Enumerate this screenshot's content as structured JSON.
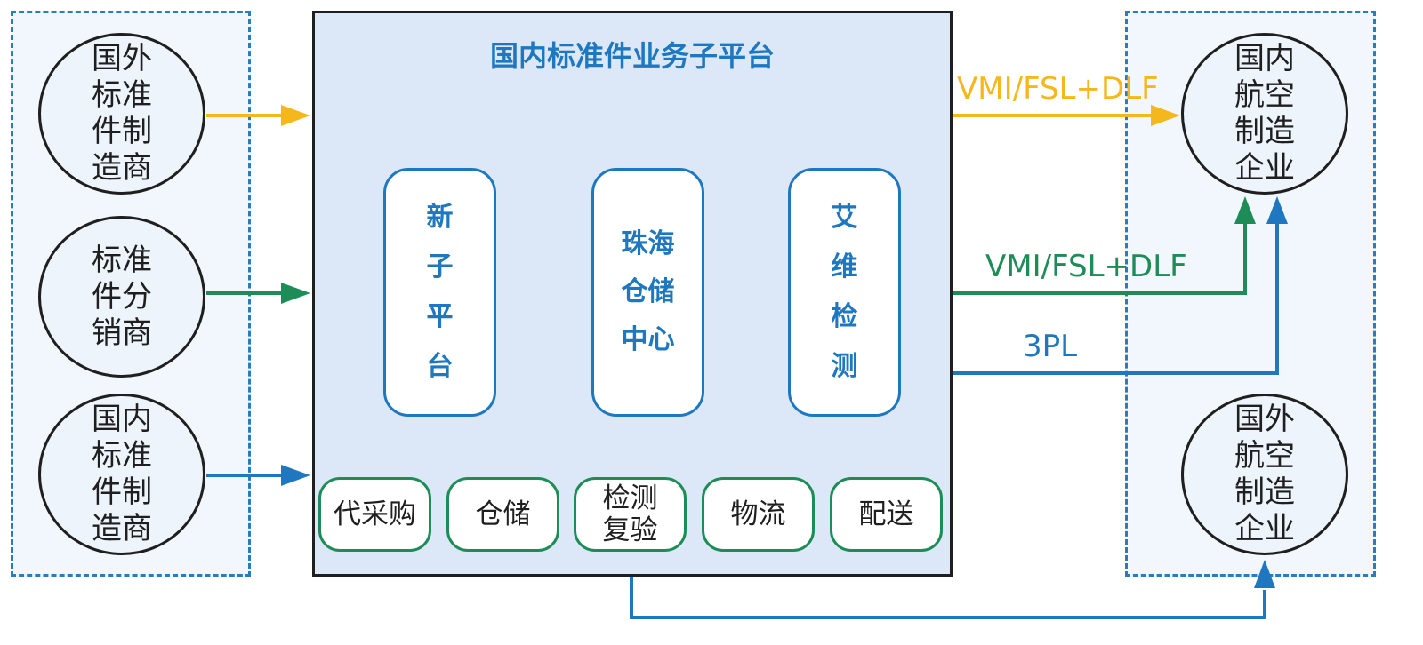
{
  "colors": {
    "foreign_flow": "#f5b81c",
    "distributor_flow": "#1e8c57",
    "domestic_flow": "#1f78bf",
    "title": "#1f78bf"
  },
  "platform": {
    "title": "国内标准件业务子平台",
    "centers": [
      {
        "label": "新子平台"
      },
      {
        "label": "珠海仓储中心"
      },
      {
        "label": "艾维检测"
      }
    ],
    "services": [
      "代采购",
      "仓储",
      "检测复验",
      "物流",
      "配送"
    ]
  },
  "suppliers": [
    {
      "label": "国外标准件制造商"
    },
    {
      "label": "标准件分销商"
    },
    {
      "label": "国内标准件制造商"
    }
  ],
  "customers": [
    {
      "label": "国内航空制造企业"
    },
    {
      "label": "国外航空制造企业"
    }
  ],
  "flows": {
    "to_domestic_top": "VMI/FSL+DLF",
    "to_domestic_middle": "VMI/FSL+DLF",
    "logistics": "3PL"
  }
}
